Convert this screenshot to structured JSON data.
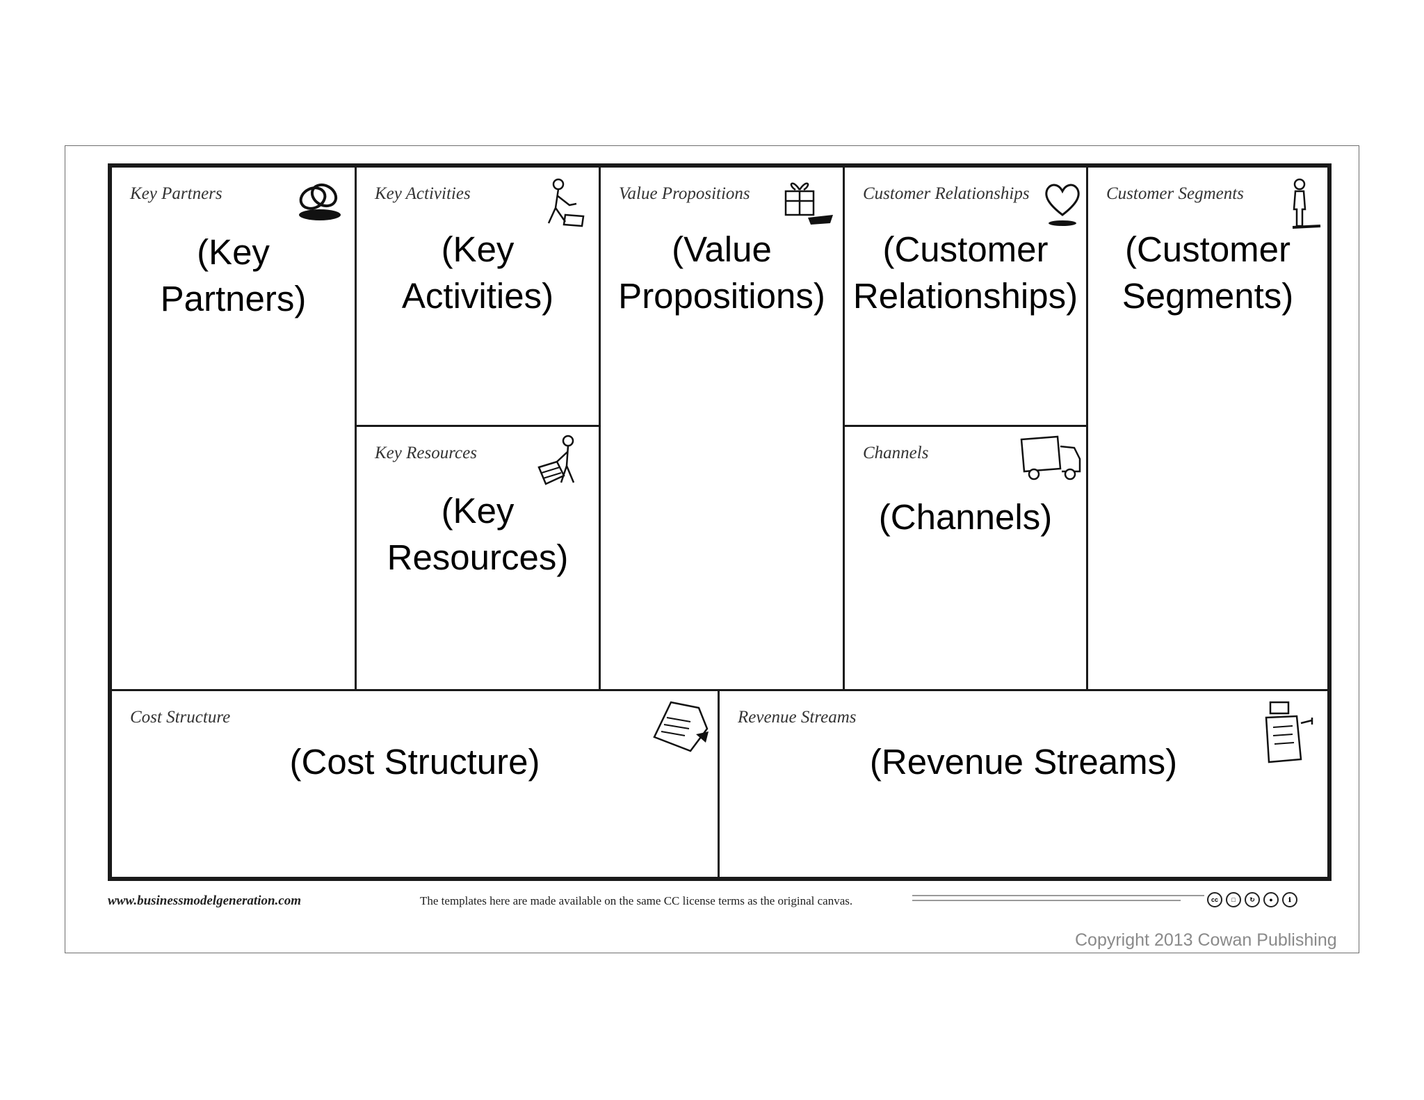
{
  "blocks": {
    "key_partners": {
      "title": "Key Partners",
      "value_line1": "(Key",
      "value_line2": "Partners)"
    },
    "key_activities": {
      "title": "Key Activities",
      "value_line1": "(Key",
      "value_line2": "Activities)"
    },
    "value_propositions": {
      "title": "Value Propositions",
      "value_line1": "(Value",
      "value_line2": "Propositions)"
    },
    "customer_relationships": {
      "title": "Customer Relationships",
      "value_line1": "(Customer",
      "value_line2": "Relationships)"
    },
    "customer_segments": {
      "title": "Customer Segments",
      "value_line1": "(Customer",
      "value_line2": "Segments)"
    },
    "key_resources": {
      "title": "Key Resources",
      "value_line1": "(Key",
      "value_line2": "Resources)"
    },
    "channels": {
      "title": "Channels",
      "value_line1": "(Channels)"
    },
    "cost_structure": {
      "title": "Cost Structure",
      "value_line1": "(Cost Structure)"
    },
    "revenue_streams": {
      "title": "Revenue Streams",
      "value_line1": "(Revenue Streams)"
    }
  },
  "icons": {
    "key_partners": "chain-links-icon",
    "key_activities": "worker-icon",
    "value_propositions": "gift-box-icon",
    "customer_relationships": "heart-icon",
    "customer_segments": "person-icon",
    "key_resources": "resources-worker-icon",
    "channels": "delivery-truck-icon",
    "cost_structure": "price-tag-icon",
    "revenue_streams": "cash-register-icon"
  },
  "footer": {
    "url": "www.businessmodelgeneration.com",
    "license_note": "The templates here are made available on the same CC license terms as the original canvas.",
    "copyright": "Copyright 2013 Cowan Publishing"
  }
}
